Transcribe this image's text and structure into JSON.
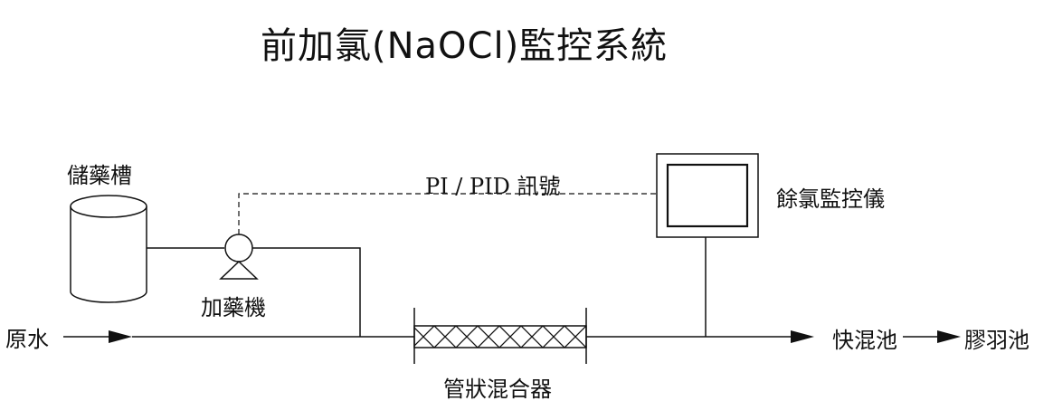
{
  "title": "前加氯(NaOCl)監控系統",
  "labels": {
    "storage_tank": "儲藥槽",
    "dosing_pump": "加藥機",
    "raw_water": "原水",
    "signal": "PI / PID 訊號",
    "residual_chlorine_monitor": "餘氯監控儀",
    "static_mixer": "管狀混合器",
    "rapid_mix_basin": "快混池",
    "flocculation_basin": "膠羽池"
  },
  "colors": {
    "line": "#111111",
    "background": "#ffffff"
  }
}
